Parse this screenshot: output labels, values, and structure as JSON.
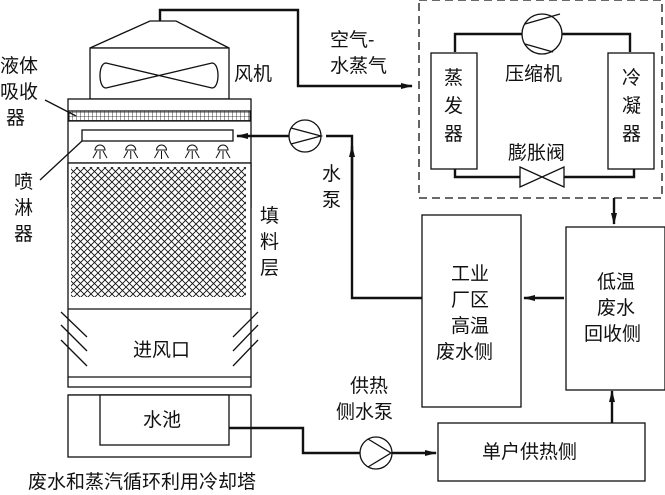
{
  "cooling_tower": {
    "caption": "废水和蒸汽循环利用冷却塔",
    "fan_label": "风机",
    "absorber_label": [
      "液体",
      "吸收",
      "器"
    ],
    "sprayer_label": [
      "喷",
      "淋",
      "器"
    ],
    "packing_label": [
      "填",
      "料",
      "层"
    ],
    "air_inlet_label": "进风口",
    "pool_label": "水池",
    "nozzle_count": 5
  },
  "pipes": {
    "air_vapor_label": [
      "空气-",
      "水蒸气"
    ],
    "water_pump_label": [
      "水",
      "泵"
    ],
    "heating_pump_label": [
      "供热",
      "侧水泵"
    ]
  },
  "heat_pump": {
    "evaporator_label": [
      "蒸",
      "发",
      "器"
    ],
    "compressor_label": "压缩机",
    "condenser_label": [
      "冷",
      "凝",
      "器"
    ],
    "expansion_valve_label": "膨胀阀"
  },
  "blocks": {
    "industrial_hot_side": [
      "工业",
      "厂区",
      "高温",
      "废水侧"
    ],
    "low_temp_recovery": [
      "低温",
      "废水",
      "回收侧"
    ],
    "household_heating": "单户供热侧"
  }
}
